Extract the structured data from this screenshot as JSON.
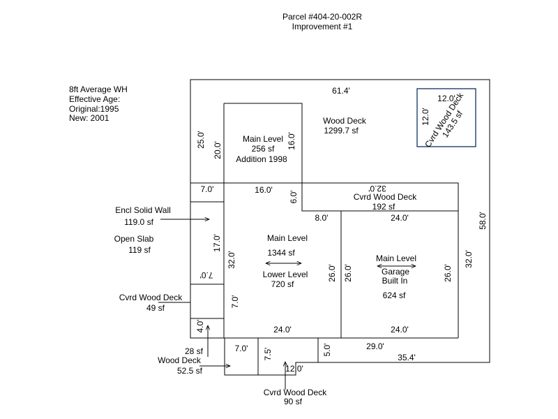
{
  "header": {
    "parcel": "Parcel #404-20-002R",
    "improvement": "Improvement #1"
  },
  "info": {
    "line1": "8ft Average WH",
    "line2": "Effective Age:",
    "line3": "Original:1995",
    "line4": "New: 2001"
  },
  "labels": {
    "wood_deck_title": "Wood Deck",
    "wood_deck_area": "1299.7 sf",
    "cvrd_deck_tr_title": "Cvrd Wood Deck",
    "cvrd_deck_tr_area": "143.5 sf",
    "addition_title": "Main Level",
    "addition_area": "256 sf",
    "addition_year": "Addition 1998",
    "cvrd_deck_mid_title": "Cvrd Wood Deck",
    "cvrd_deck_mid_area": "192 sf",
    "main_title": "Main Level",
    "main_area": "1344 sf",
    "lower_title": "Lower Level",
    "lower_area": "720 sf",
    "garage_level": "Main Level",
    "garage_title": "Garage",
    "garage_sub": "Built In",
    "garage_area": "624 sf",
    "encl_title": "Encl Solid Wall",
    "encl_area": "119.0 sf",
    "slab_title": "Open Slab",
    "slab_area": "119 sf",
    "cvrd_deck_left_title": "Cvrd Wood Deck",
    "cvrd_deck_left_area": "49 sf",
    "small_area": "28 sf",
    "wood_deck_bottom_title": "Wood Deck",
    "wood_deck_bottom_area": "52.5 sf",
    "cvrd_deck_bottom_title": "Cvrd Wood Deck",
    "cvrd_deck_bottom_area": "90 sf"
  },
  "dims": {
    "top_width": "61.4'",
    "tr_width": "12.0'",
    "tr_height": "12.0'",
    "left_25": "25.0'",
    "addition_20_left": "20.0'",
    "addition_16_right": "16.0'",
    "slab_7_top": "7.0'",
    "addition_16_bottom": "16.0'",
    "step_6": "6.0'",
    "cvrd_32": "32.0'",
    "step_8": "8.0'",
    "garage_24_top": "24.0'",
    "right_58": "58.0'",
    "slab_17": "17.0'",
    "main_32_left": "32.0'",
    "slab_7_bottom": "7.0'",
    "mid_26_a": "26.0'",
    "mid_26_b": "26.0'",
    "garage_26_right": "26.0'",
    "garage_32": "32.0'",
    "main_7": "7.0'",
    "small_4": "4.0'",
    "main_24_bottom": "24.0'",
    "garage_24_bottom": "24.0'",
    "bottom_7": "7.0'",
    "bottom_75": "7.5'",
    "bottom_5": "5.0'",
    "bottom_29": "29.0'",
    "bottom_354": "35.4'",
    "bottom_12": "12.0'"
  }
}
